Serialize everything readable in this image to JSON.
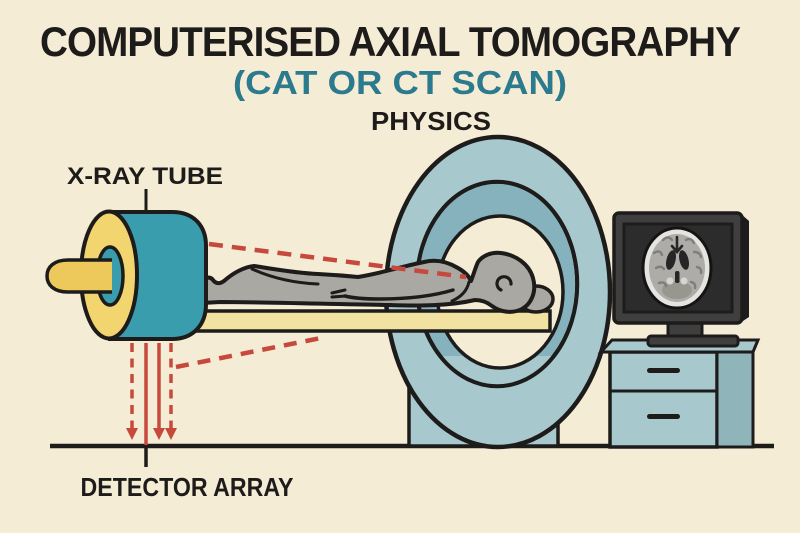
{
  "header": {
    "title": "COMPUTERISED AXIAL TOMOGRAPHY",
    "subtitle": "(CAT OR CT SCAN)",
    "tagline": "PHYSICS"
  },
  "labels": {
    "xray_tube": "X-RAY TUBE",
    "detector_array": "DETECTOR ARRAY"
  },
  "palette": {
    "background": "#f5ecd6",
    "ink": "#1d1c1a",
    "title_color": "#1d1c1a",
    "subtitle_teal": "#2c7a8e",
    "beam_red": "#c7493d",
    "ring_teal": "#a7c9ce",
    "bore_teal": "#85b2bc",
    "tube_teal": "#3a9dae",
    "tube_yellow": "#f3d570",
    "rod_yellow": "#edc95c",
    "table_cream": "#f2e2a2",
    "patient_gray": "#a9a8a2",
    "cabinet_side_teal": "#8fb4ba",
    "monitor_frame": "#3f3f3f",
    "monitor_screen": "#2c2c2c",
    "skull_rim": "#e5e4e0",
    "brain_gray": "#adaca8",
    "brain_dark": "#262626",
    "gyri_gray": "#7f7e7a"
  }
}
